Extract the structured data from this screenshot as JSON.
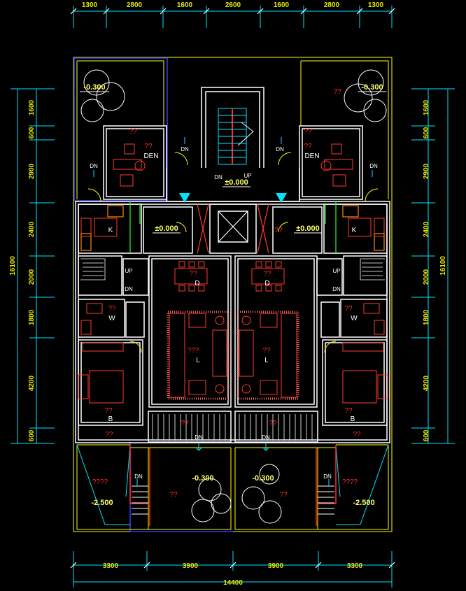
{
  "dimensions": {
    "top": [
      "1300",
      "2800",
      "1600",
      "2600",
      "1600",
      "2800",
      "1300"
    ],
    "bottom": [
      "3300",
      "3900",
      "3900",
      "3300"
    ],
    "bottom_total": "14400",
    "left": [
      "1600",
      "600",
      "2900",
      "2400",
      "2000",
      "1800",
      "4200",
      "600"
    ],
    "left_total": "16100",
    "right": [
      "1600",
      "600",
      "2900",
      "2400",
      "2000",
      "1800",
      "4200",
      "600"
    ],
    "right_total": "16100"
  },
  "levels": {
    "garden_tl": "-0.300",
    "garden_tr": "-0.300",
    "stair_landing": "±0.000",
    "entry_left": "±0.000",
    "entry_right": "±0.000",
    "yard_bl": "-0.300",
    "yard_br": "-0.300",
    "sunken_left": "-2.500",
    "sunken_right": "-2.500"
  },
  "rooms": {
    "den_left": "DEN",
    "den_right": "DEN",
    "kitchen_left": "K",
    "kitchen_right": "K",
    "wc_left": "W",
    "wc_right": "W",
    "dining_left": "D",
    "dining_right": "D",
    "living_left": "L",
    "living_right": "L",
    "bed_left": "B",
    "bed_right": "B"
  },
  "marks": {
    "dn": "DN",
    "up": "UP",
    "q2": "??",
    "q3": "???",
    "q4": "????"
  },
  "colors": {
    "background": "#000000",
    "wall": "#ffffff",
    "outline": "#ffff00",
    "furniture": "#ff3b2a",
    "dim_line": "#00e5ff",
    "dim_text": "#e6e600",
    "annotation": "#ff2a2a",
    "green": "#22ff22",
    "blue": "#3a3aff",
    "orange": "#ff8800"
  }
}
